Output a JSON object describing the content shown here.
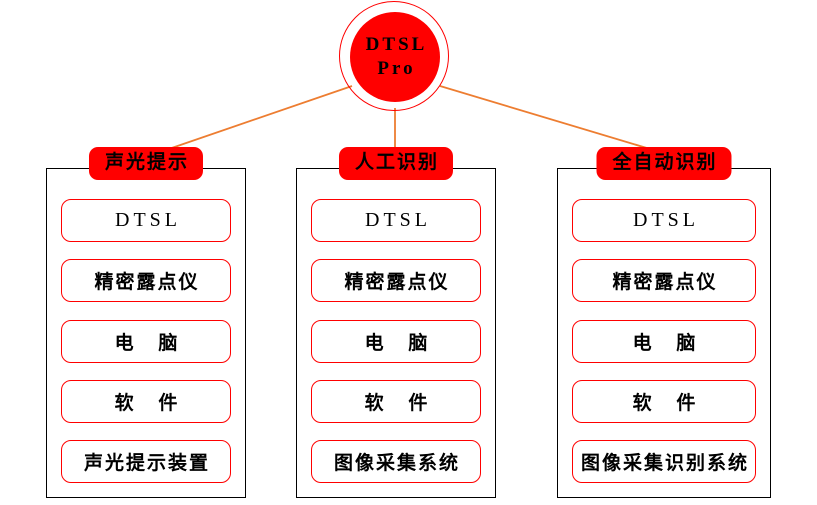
{
  "colors": {
    "accent_red": "#ff0000",
    "connector_orange": "#ed7d31",
    "container_border": "#000000",
    "text": "#000000",
    "background": "#ffffff"
  },
  "root": {
    "line1": "DTSL",
    "line2": "Pro"
  },
  "groups": [
    {
      "header": "声光提示",
      "items": [
        {
          "label": "DTSL",
          "style": "latin"
        },
        {
          "label": "精密露点仪",
          "style": "cjk"
        },
        {
          "label": "电  脑",
          "style": "spaced"
        },
        {
          "label": "软  件",
          "style": "spaced"
        },
        {
          "label": "声光提示装置",
          "style": "cjk"
        }
      ]
    },
    {
      "header": "人工识别",
      "items": [
        {
          "label": "DTSL",
          "style": "latin"
        },
        {
          "label": "精密露点仪",
          "style": "cjk"
        },
        {
          "label": "电  脑",
          "style": "spaced"
        },
        {
          "label": "软  件",
          "style": "spaced"
        },
        {
          "label": "图像采集系统",
          "style": "cjk"
        }
      ]
    },
    {
      "header": "全自动识别",
      "items": [
        {
          "label": "DTSL",
          "style": "latin"
        },
        {
          "label": "精密露点仪",
          "style": "cjk"
        },
        {
          "label": "电  脑",
          "style": "spaced"
        },
        {
          "label": "软  件",
          "style": "spaced"
        },
        {
          "label": "图像采集识别系统",
          "style": "cjk"
        }
      ]
    }
  ]
}
